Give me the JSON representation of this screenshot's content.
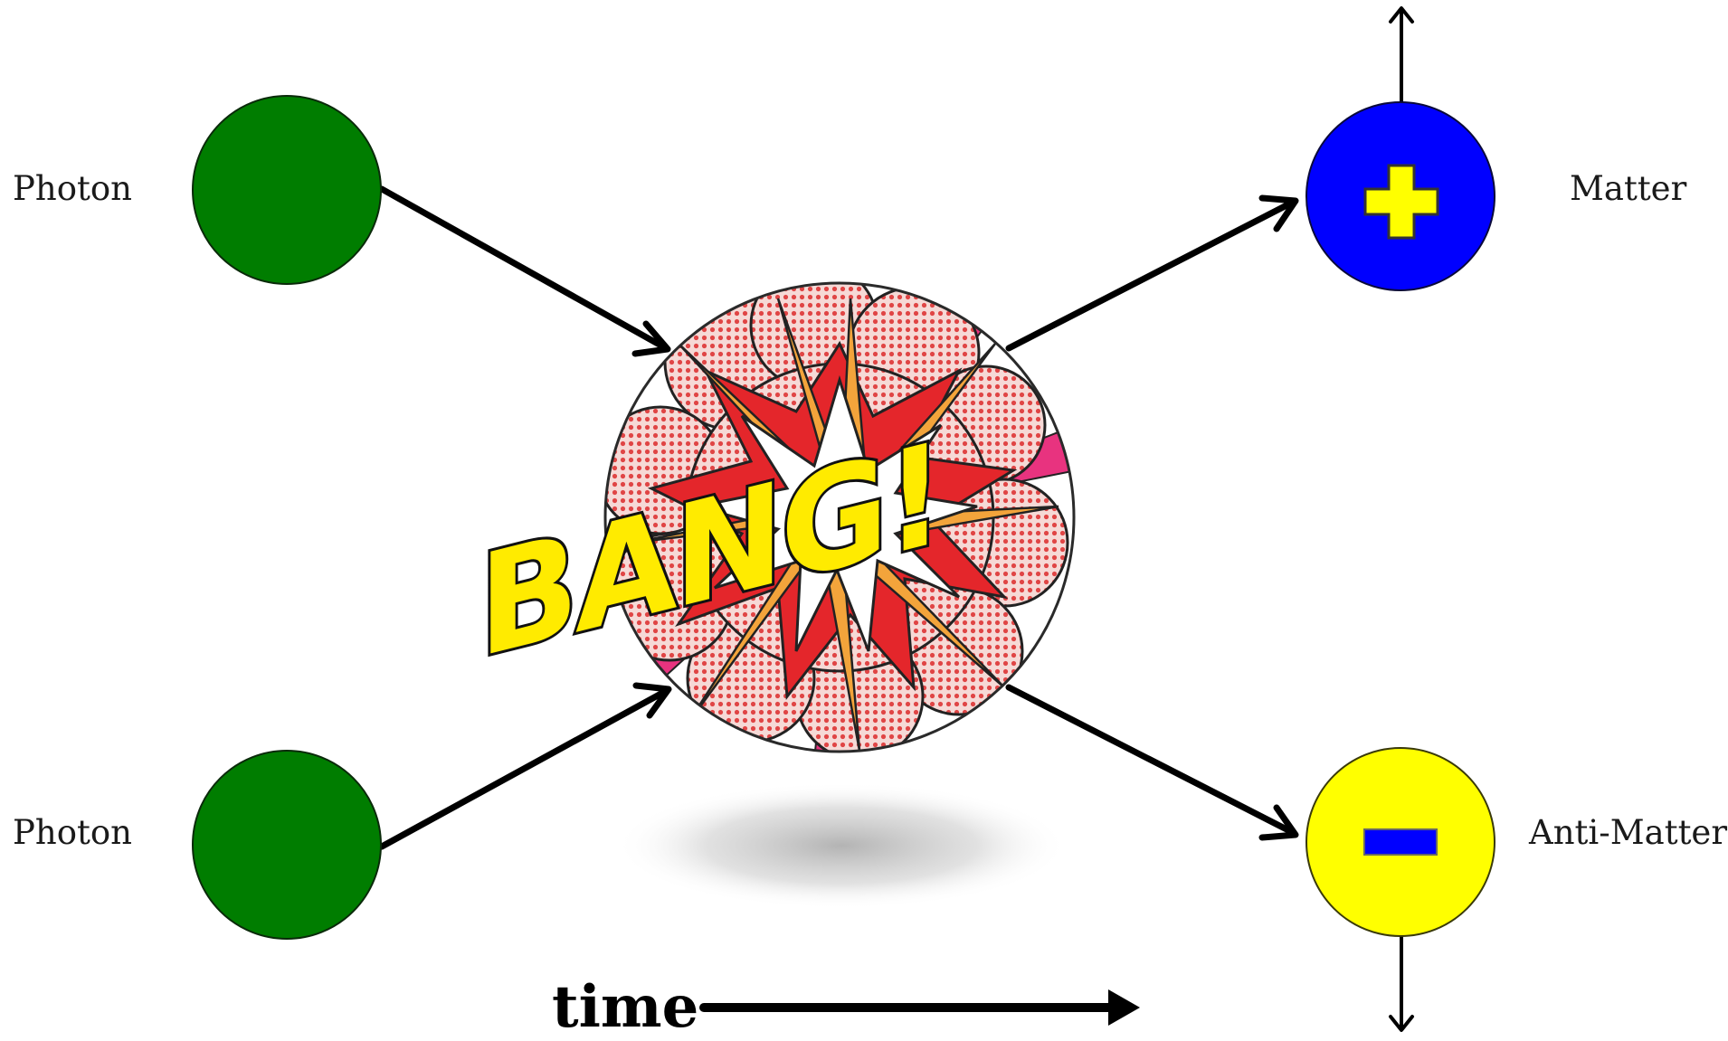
{
  "labels": {
    "photon_top": "Photon",
    "photon_bottom": "Photon",
    "matter": "Matter",
    "anti_matter": "Anti-Matter",
    "time": "time",
    "bang": "BANG!"
  },
  "colors": {
    "photon": "#007d00",
    "matter": "#0000ff",
    "anti_matter": "#ffff00",
    "plus_sign": "#ffff00",
    "minus_sign": "#0000ff",
    "bang_text": "#ffeb00",
    "burst_red": "#e4262b",
    "burst_orange": "#f3a43b",
    "burst_pink": "#e8337f"
  },
  "icons": {
    "plus": "plus-icon",
    "minus": "minus-icon",
    "explosion": "explosion-icon"
  }
}
